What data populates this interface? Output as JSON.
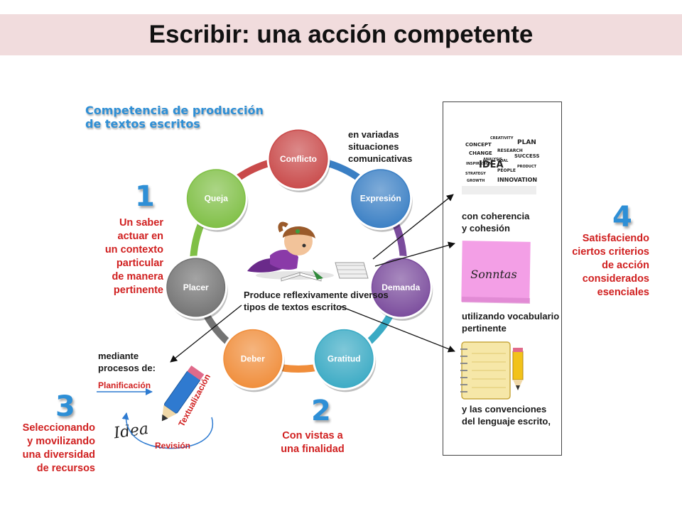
{
  "title": "Escribir: una acción competente",
  "competencia": {
    "line1": "Competencia de producción",
    "line2": "de textos escritos"
  },
  "cycle": {
    "nodes": [
      {
        "label": "Conflicto",
        "color": "#c94a4a"
      },
      {
        "label": "Expresión",
        "color": "#3a7fc4"
      },
      {
        "label": "Demanda",
        "color": "#7a4b9c"
      },
      {
        "label": "Gratitud",
        "color": "#3aaac4"
      },
      {
        "label": "Deber",
        "color": "#f08d3a"
      },
      {
        "label": "Placer",
        "color": "#737373"
      },
      {
        "label": "Queja",
        "color": "#7fbf45"
      }
    ]
  },
  "center_text": {
    "line1": "Produce reflexivamente diversos",
    "line2": "tipos de textos escritos"
  },
  "situaciones": {
    "line1": "en variadas",
    "line2": "situaciones",
    "line3": "comunicativas"
  },
  "point1": {
    "number": "1",
    "lines": [
      "Un saber",
      "actuar en",
      "un contexto",
      "particular",
      "de manera",
      "pertinente"
    ]
  },
  "point2": {
    "number": "2",
    "lines": [
      "Con vistas a",
      "una finalidad"
    ]
  },
  "point3": {
    "number": "3",
    "lines": [
      "Seleccionando",
      "y movilizando",
      "una diversidad",
      "de recursos"
    ]
  },
  "point4": {
    "number": "4",
    "lines": [
      "Satisfaciendo",
      "ciertos criterios",
      "de acción",
      "considerados",
      "esenciales"
    ]
  },
  "procesos": {
    "intro1": "mediante",
    "intro2": "procesos de:",
    "planificacion": "Planificación",
    "textualizacion": "Textualización",
    "revision": "Revisión",
    "idea": "Idea"
  },
  "panel": {
    "coherencia": {
      "line1": "con coherencia",
      "line2": "y cohesión"
    },
    "vocabulario": {
      "line1": "utilizando vocabulario",
      "line2": "pertinente"
    },
    "convenciones": {
      "line1": "y las convenciones",
      "line2": "del lenguaje escrito,"
    },
    "sticky_note": "Sonntas",
    "word_cloud": [
      "CONCEPT",
      "CREATIVITY",
      "PLAN",
      "CHANGE",
      "RESEARCH",
      "SUCCESS",
      "IDEA",
      "INSPIRATION",
      "INNOVATION",
      "STRATEGY",
      "PEOPLE",
      "PRODUCT",
      "GROWTH",
      "GOAL",
      "ANALYSIS"
    ]
  }
}
